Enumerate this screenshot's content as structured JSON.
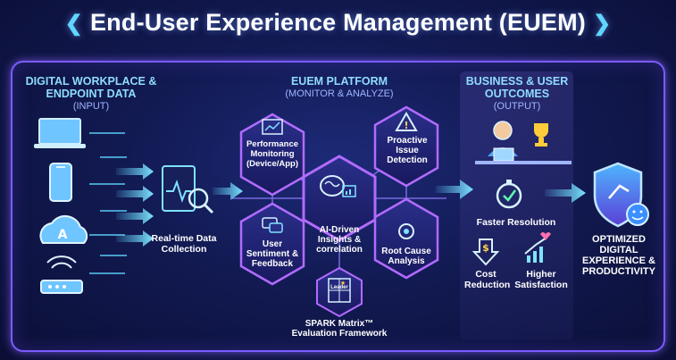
{
  "title": "End-User Experience Management (EUEM)",
  "columns": {
    "input": {
      "heading": "DIGITAL WORKPLACE & ENDPOINT DATA",
      "sub": "(INPUT)"
    },
    "platform": {
      "heading": "EUEM PLATFORM",
      "sub": "(MONITOR & ANALYZE)"
    },
    "output": {
      "heading": "BUSINESS & USER OUTCOMES",
      "sub": "(OUTPUT)"
    }
  },
  "collection": {
    "label": "Real-time Data Collection"
  },
  "platform_nodes": {
    "performance": "Performance Monitoring (Device/App)",
    "proactive": "Proactive Issue Detection",
    "sentiment": "User Sentiment & Feedback",
    "ai": "AI-Driven Insights & correlation",
    "root": "Root Cause Analysis",
    "spark_badge": "Leader",
    "spark": "SPARK Matrix™ Evaluation Framework"
  },
  "outcomes": {
    "faster": "Faster Resolution",
    "cost": "Cost Reduction",
    "satisfaction": "Higher Satisfaction"
  },
  "final": "OPTIMIZED DIGITAL EXPERIENCE & PRODUCTIVITY",
  "colors": {
    "accent": "#5fd6ff",
    "frame": "#7b5cff",
    "hex_glow": "#b26bff"
  },
  "icons": [
    "laptop-icon",
    "smartphone-icon",
    "cloud-app-icon",
    "wifi-router-icon",
    "scanner-icon",
    "chart-icon",
    "warning-icon",
    "chat-icon",
    "brain-icon",
    "magnifier-icon",
    "matrix-icon",
    "user-desk-icon",
    "trophy-icon",
    "stopwatch-icon",
    "dollar-down-icon",
    "satisfaction-chart-icon",
    "shield-smile-icon"
  ]
}
